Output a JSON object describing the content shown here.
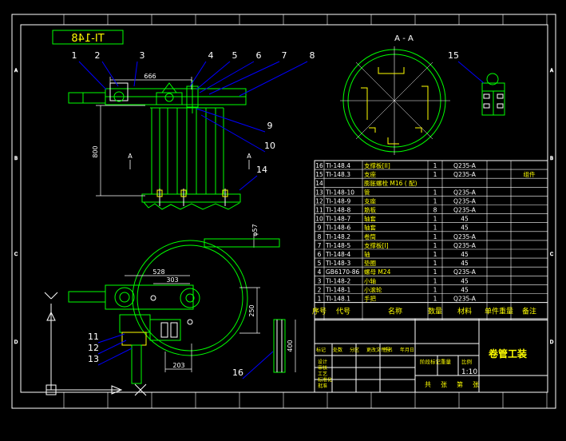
{
  "drawing": {
    "title_stamp": "TI-148",
    "section_label": "A - A",
    "scale": "1:10",
    "product": "卷管工装",
    "col_headers": [
      "序号",
      "代号",
      "名称",
      "数量",
      "材料",
      "单件重量",
      "备注"
    ],
    "footer": [
      "共",
      "张",
      "第",
      "张"
    ],
    "revision_heads": [
      "标记",
      "处数",
      "分区",
      "更改文件号",
      "签名",
      "年月日"
    ],
    "role_labels": [
      "设计",
      "审核",
      "工艺",
      "标准化",
      "批准"
    ],
    "stage_labels": [
      "阶段标记",
      "重量",
      "比例"
    ],
    "side_letters_left": [
      "A",
      "B",
      "C",
      "D"
    ],
    "top_numbers": [
      "1",
      "2",
      "3",
      "4",
      "5",
      "6",
      "7",
      "8",
      "9",
      "10",
      "11",
      "12"
    ]
  },
  "callouts": [
    "1",
    "2",
    "3",
    "4",
    "5",
    "6",
    "7",
    "8",
    "9",
    "10",
    "11",
    "12",
    "13",
    "14",
    "15",
    "16"
  ],
  "dimensions": {
    "d666": "666",
    "d800": "800",
    "d57": "φ57",
    "d528": "528",
    "d303": "303",
    "d250": "250",
    "d203": "203",
    "d400": "400"
  },
  "section_marks": [
    "A",
    "A"
  ],
  "bom": [
    {
      "no": "16",
      "code": "TI-148.4",
      "name": "支撑板[II]",
      "qty": "1",
      "mat": "Q235-A",
      "note": ""
    },
    {
      "no": "15",
      "code": "TI-148.3",
      "name": "支座",
      "qty": "1",
      "mat": "Q235-A",
      "note": "组件"
    },
    {
      "no": "14",
      "code": "",
      "name": "膨胀螺栓 M16 ( 配)",
      "qty": "",
      "mat": "",
      "note": ""
    },
    {
      "no": "13",
      "code": "TI-148-10",
      "name": "管",
      "qty": "1",
      "mat": "Q235-A",
      "note": ""
    },
    {
      "no": "12",
      "code": "TI-148-9",
      "name": "支座",
      "qty": "1",
      "mat": "Q235-A",
      "note": ""
    },
    {
      "no": "11",
      "code": "TI-148-8",
      "name": "筋板",
      "qty": "8",
      "mat": "Q235-A",
      "note": ""
    },
    {
      "no": "10",
      "code": "TI-148-7",
      "name": "轴套",
      "qty": "1",
      "mat": "45",
      "note": ""
    },
    {
      "no": "9",
      "code": "TI-148-6",
      "name": "轴套",
      "qty": "1",
      "mat": "45",
      "note": ""
    },
    {
      "no": "8",
      "code": "TI-148.2",
      "name": "卷筒",
      "qty": "1",
      "mat": "Q235-A",
      "note": ""
    },
    {
      "no": "7",
      "code": "TI-148-5",
      "name": "支撑板[I]",
      "qty": "1",
      "mat": "Q235-A",
      "note": ""
    },
    {
      "no": "6",
      "code": "TI-148-4",
      "name": "轴",
      "qty": "1",
      "mat": "45",
      "note": ""
    },
    {
      "no": "5",
      "code": "TI-148-3",
      "name": "垫圈",
      "qty": "1",
      "mat": "45",
      "note": ""
    },
    {
      "no": "4",
      "code": "GB6170-86",
      "name": "螺母 M24",
      "qty": "1",
      "mat": "Q235-A",
      "note": ""
    },
    {
      "no": "3",
      "code": "TI-148-2",
      "name": "小轴",
      "qty": "1",
      "mat": "45",
      "note": ""
    },
    {
      "no": "2",
      "code": "TI-148-1",
      "name": "小滚轮",
      "qty": "1",
      "mat": "45",
      "note": ""
    },
    {
      "no": "1",
      "code": "TI-148.1",
      "name": "手把",
      "qty": "1",
      "mat": "Q235-A",
      "note": ""
    }
  ],
  "colors": {
    "frame": "#ffffff",
    "geom": "#00ff00",
    "dim": "#ffffff",
    "leader": "#0000ff",
    "text": "#ffffff",
    "yellow": "#ffff00",
    "red": "#ff3030"
  }
}
